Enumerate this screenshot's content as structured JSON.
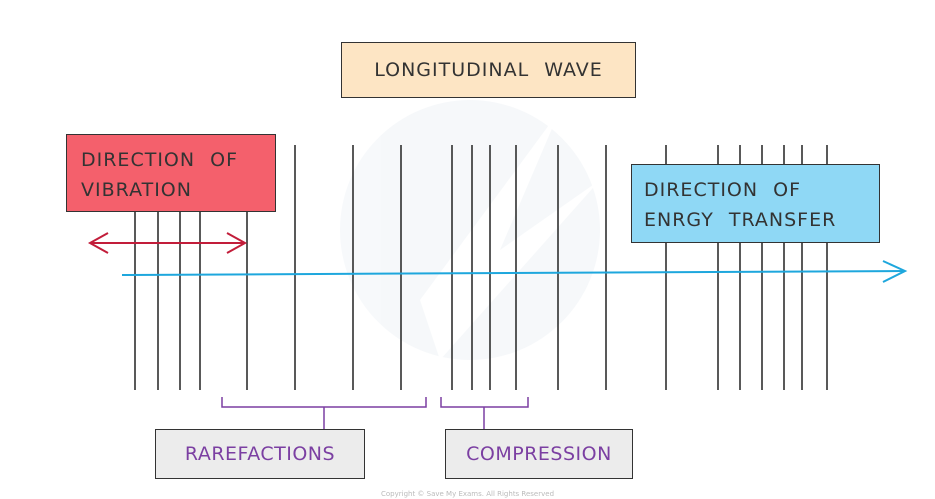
{
  "title": "LONGITUDINAL WAVE",
  "direction_of_vibration": {
    "line1": "DIRECTION OF",
    "line2": "VIBRATION",
    "bg_color": "#f4606c",
    "arrow_color": "#c21d3a"
  },
  "direction_of_energy": {
    "line1": "DIRECTION OF",
    "line2": "ENRGY TRANSFER",
    "bg_color": "#8fd8f5",
    "arrow_color": "#1ea7dd"
  },
  "labels": {
    "rarefactions": "RAREFACTIONS",
    "compression": "COMPRESSION",
    "text_color": "#7b3fa2",
    "bg_color": "#ececec"
  },
  "title_bg_color": "#fde5c4",
  "copyright": "Copyright © Save My Exams. All Rights Reserved"
}
